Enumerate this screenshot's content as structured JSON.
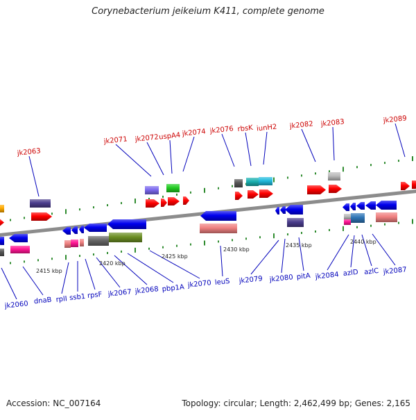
{
  "title": "Corynebacterium jeikeium K411, complete genome",
  "footer": {
    "accession": "Accession: NC_007164",
    "topology": "Topology: circular; Length: 2,462,499 bp; Genes: 2,165"
  },
  "colors": {
    "top_label": "#cc0000",
    "bottom_label": "#0000bb",
    "backbone": "#8c8c8c",
    "tick": "#2e8b2e",
    "forward_gene": "#ff0000",
    "reverse_gene": "#0000ee"
  },
  "top_labels": [
    "jk2063",
    "jk2071",
    "jk2072",
    "uspA4",
    "jk2074",
    "jk2076",
    "rbsK",
    "iunH2",
    "jk2082",
    "jk2083",
    "jk2089"
  ],
  "bottom_labels": [
    "jk2060",
    "dnaB",
    "rplI",
    "ssb1",
    "rpsF",
    "jk2067",
    "jk2068",
    "pbp1A",
    "jk2070",
    "leuS",
    "jk2079",
    "jk2080",
    "pitA",
    "jk2084",
    "azlD",
    "azlC",
    "jk2087"
  ],
  "kbp_labels": [
    "2415 kbp",
    "2420 kbp",
    "2425 kbp",
    "2430 kbp",
    "2435 kbp",
    "2440 kbp"
  ]
}
